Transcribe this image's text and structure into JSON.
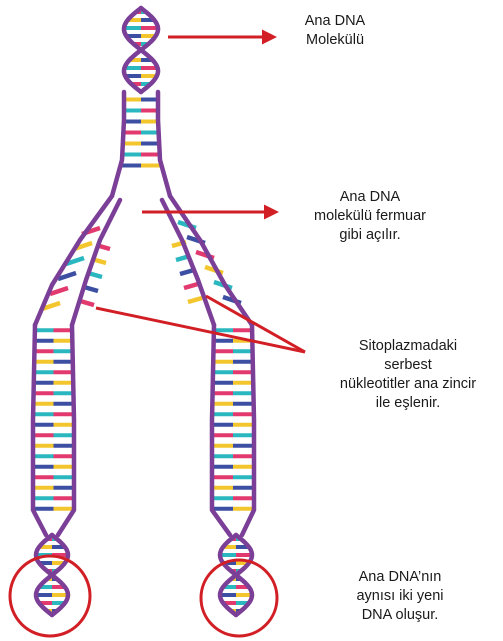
{
  "labels": {
    "parent_molecule": [
      "Ana DNA",
      "Molekülü"
    ],
    "unzipping": [
      "Ana DNA",
      "molekülü fermuar",
      "gibi açılır."
    ],
    "pairing": [
      "Sitoplazmadaki",
      "serbest",
      "nükleotitler ana zincir",
      "ile eşlenir."
    ],
    "result": [
      "Ana DNA’nın",
      "aynısı iki yeni",
      "DNA oluşur."
    ]
  },
  "colors": {
    "backbone": "#7b3f98",
    "arrow": "#d21f26",
    "circle": "#d21f26",
    "base_pairs": [
      "#e23a6e",
      "#f3c62e",
      "#2ab7c0",
      "#3c4fa2"
    ]
  }
}
